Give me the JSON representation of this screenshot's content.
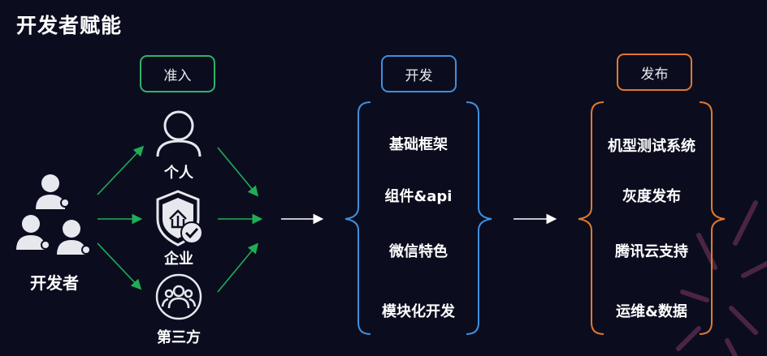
{
  "title": "开发者赋能",
  "developer_label": "开发者",
  "entry": {
    "stage_label": "准入",
    "roles": [
      {
        "label": "个人",
        "icon": "person-icon"
      },
      {
        "label": "企业",
        "icon": "enterprise-shield-icon"
      },
      {
        "label": "第三方",
        "icon": "group-icon"
      }
    ]
  },
  "develop": {
    "stage_label": "开发",
    "items": [
      "基础框架",
      "组件&api",
      "微信特色",
      "模块化开发"
    ]
  },
  "publish": {
    "stage_label": "发布",
    "items": [
      "机型测试系统",
      "灰度发布",
      "腾讯云支持",
      "运维&数据"
    ]
  },
  "colors": {
    "background": "#0b0d1f",
    "entry_accent": "#2fb36a",
    "develop_accent": "#3e8fe0",
    "publish_accent": "#e07a2a",
    "arrow_green": "#1fae56"
  }
}
